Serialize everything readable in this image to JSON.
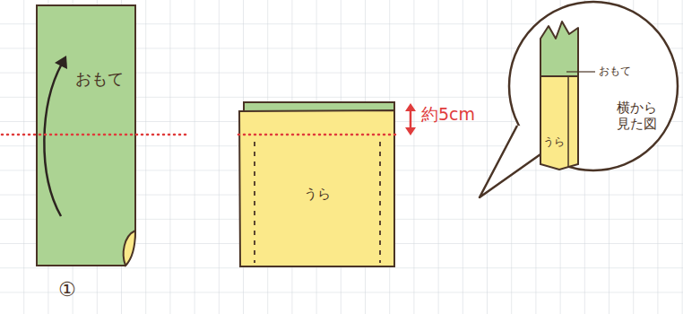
{
  "diagram": {
    "nodes": [
      {
        "text": [
          "おもて"
        ]
      },
      {
        "text": [
          "うら"
        ]
      },
      {
        "text": [
          "横から 見た図"
        ]
      },
      {
        "text": [
          "うら"
        ],
        "in": 2
      }
    ],
    "labels": [
      "①",
      "約5cm",
      "おもて"
    ]
  }
}
